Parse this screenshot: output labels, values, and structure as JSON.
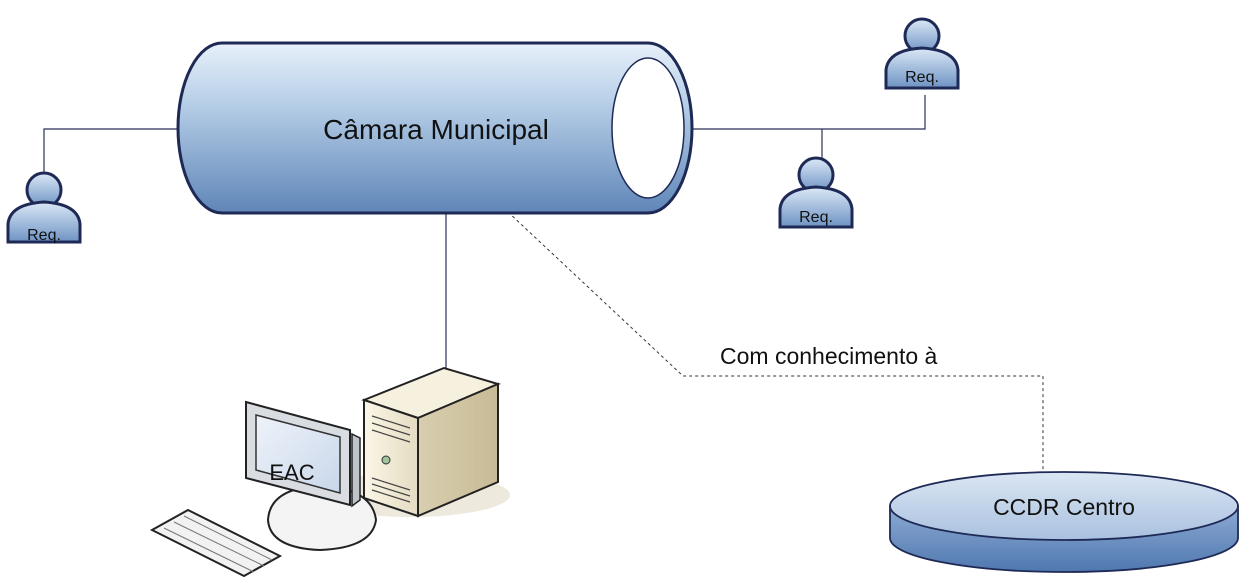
{
  "diagram": {
    "hub": {
      "label": "Câmara Municipal"
    },
    "requesters": [
      {
        "label": "Req."
      },
      {
        "label": "Req."
      },
      {
        "label": "Req."
      }
    ],
    "workstation": {
      "label": "EAC"
    },
    "link": {
      "label": "Com conhecimento à"
    },
    "target": {
      "label": "CCDR Centro"
    }
  }
}
